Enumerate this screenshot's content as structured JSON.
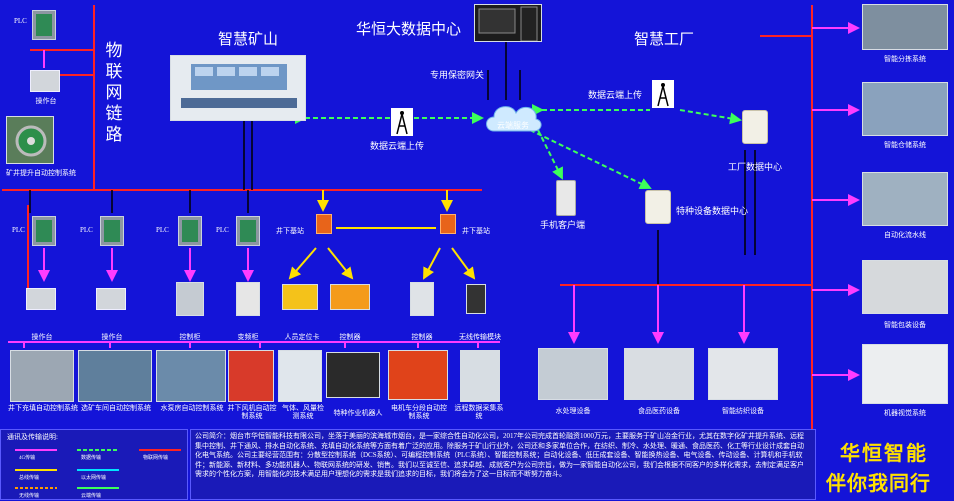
{
  "titles": {
    "smart_mine": "智慧矿山",
    "data_center": "华恒大数据中心",
    "smart_factory": "智慧工厂",
    "iot_chain": [
      "物",
      "联",
      "网",
      "链",
      "路"
    ]
  },
  "links": {
    "gateway": "专用保密网关",
    "cloud_upload_left": "数据云端上传",
    "cloud_upload_right": "数据云端上传",
    "cloud_service": "云端服务",
    "mobile_client": "手机客户端",
    "factory_dc": "工厂数据中心",
    "equipment_dc": "特种设备数据中心",
    "base_station_1": "井下基站",
    "base_station_2": "井下基站"
  },
  "left_top": {
    "plc": "PLC",
    "console": "操作台",
    "hoist": "矿井提升自动控制系统"
  },
  "mine_row": {
    "plc": "PLC",
    "labels": [
      "操作台",
      "操作台",
      "控制柜",
      "变频柜",
      "人员定位卡",
      "控制器",
      "控制器",
      "无线传输模块"
    ]
  },
  "mine_systems": [
    "井下充填自动控制系统",
    "选矿车间自动控制系统",
    "水泵房自动控制系统",
    "井下风机自动控制系统",
    "气体、风量检测系统",
    "特种作业机器人",
    "电机车分段自动控制系统",
    "远程数据采集系统"
  ],
  "factory_bottom": [
    "水处理设备",
    "食品医药设备",
    "智能纺织设备"
  ],
  "right_column": [
    "智能分拣系统",
    "智能仓储系统",
    "自动化流水线",
    "智能包装设备",
    "机器视觉系统"
  ],
  "legend": {
    "title": "通讯及传输说明:",
    "items": [
      "4G传输",
      "数据传输",
      "物联网传输",
      "总线传输",
      "以太网传输",
      "无线传输",
      "云端传输"
    ]
  },
  "company_intro": "公司简介：烟台市华恒智能科技有限公司，坐落于美丽的滨海城市烟台，是一家综合性自动化公司，2017年公司完成首轮融资1000万元，主要服务于矿山冶金行业，尤其在数字化矿井提升系统、远程集中控制、井下通风、排水自动化系统、充填自动化系统等方面有着广泛的应用。除服务于矿山行业外，公司还和多家单位合作，在纺织、制冷、水处理、暖通、食品医药、化工等行业设计成套自动化电气系统。公司主要经营范围有：分散型控制系统（DCS系统）、可编程控制系统（PLC系统）、智能控制系统；自动化设备、低压成套设备、智能换热设备、电气设备、传动设备、计算机和手机软件；新能源、新材料、多功能机器人、物联网系统的研发、销售。我们以至诚至信、追求卓越、成就客户为公司宗旨，做为一家智能自动化公司，我们会根据不同客户的多样化需求，去制定满足客户需求的个性化方案，用智能化的技术满足用户理想化的需求是我们追求的目标，我们将会为了这一目标而不断努力奋斗。",
  "slogan": [
    "华恒智能",
    "伴你我同行"
  ]
}
